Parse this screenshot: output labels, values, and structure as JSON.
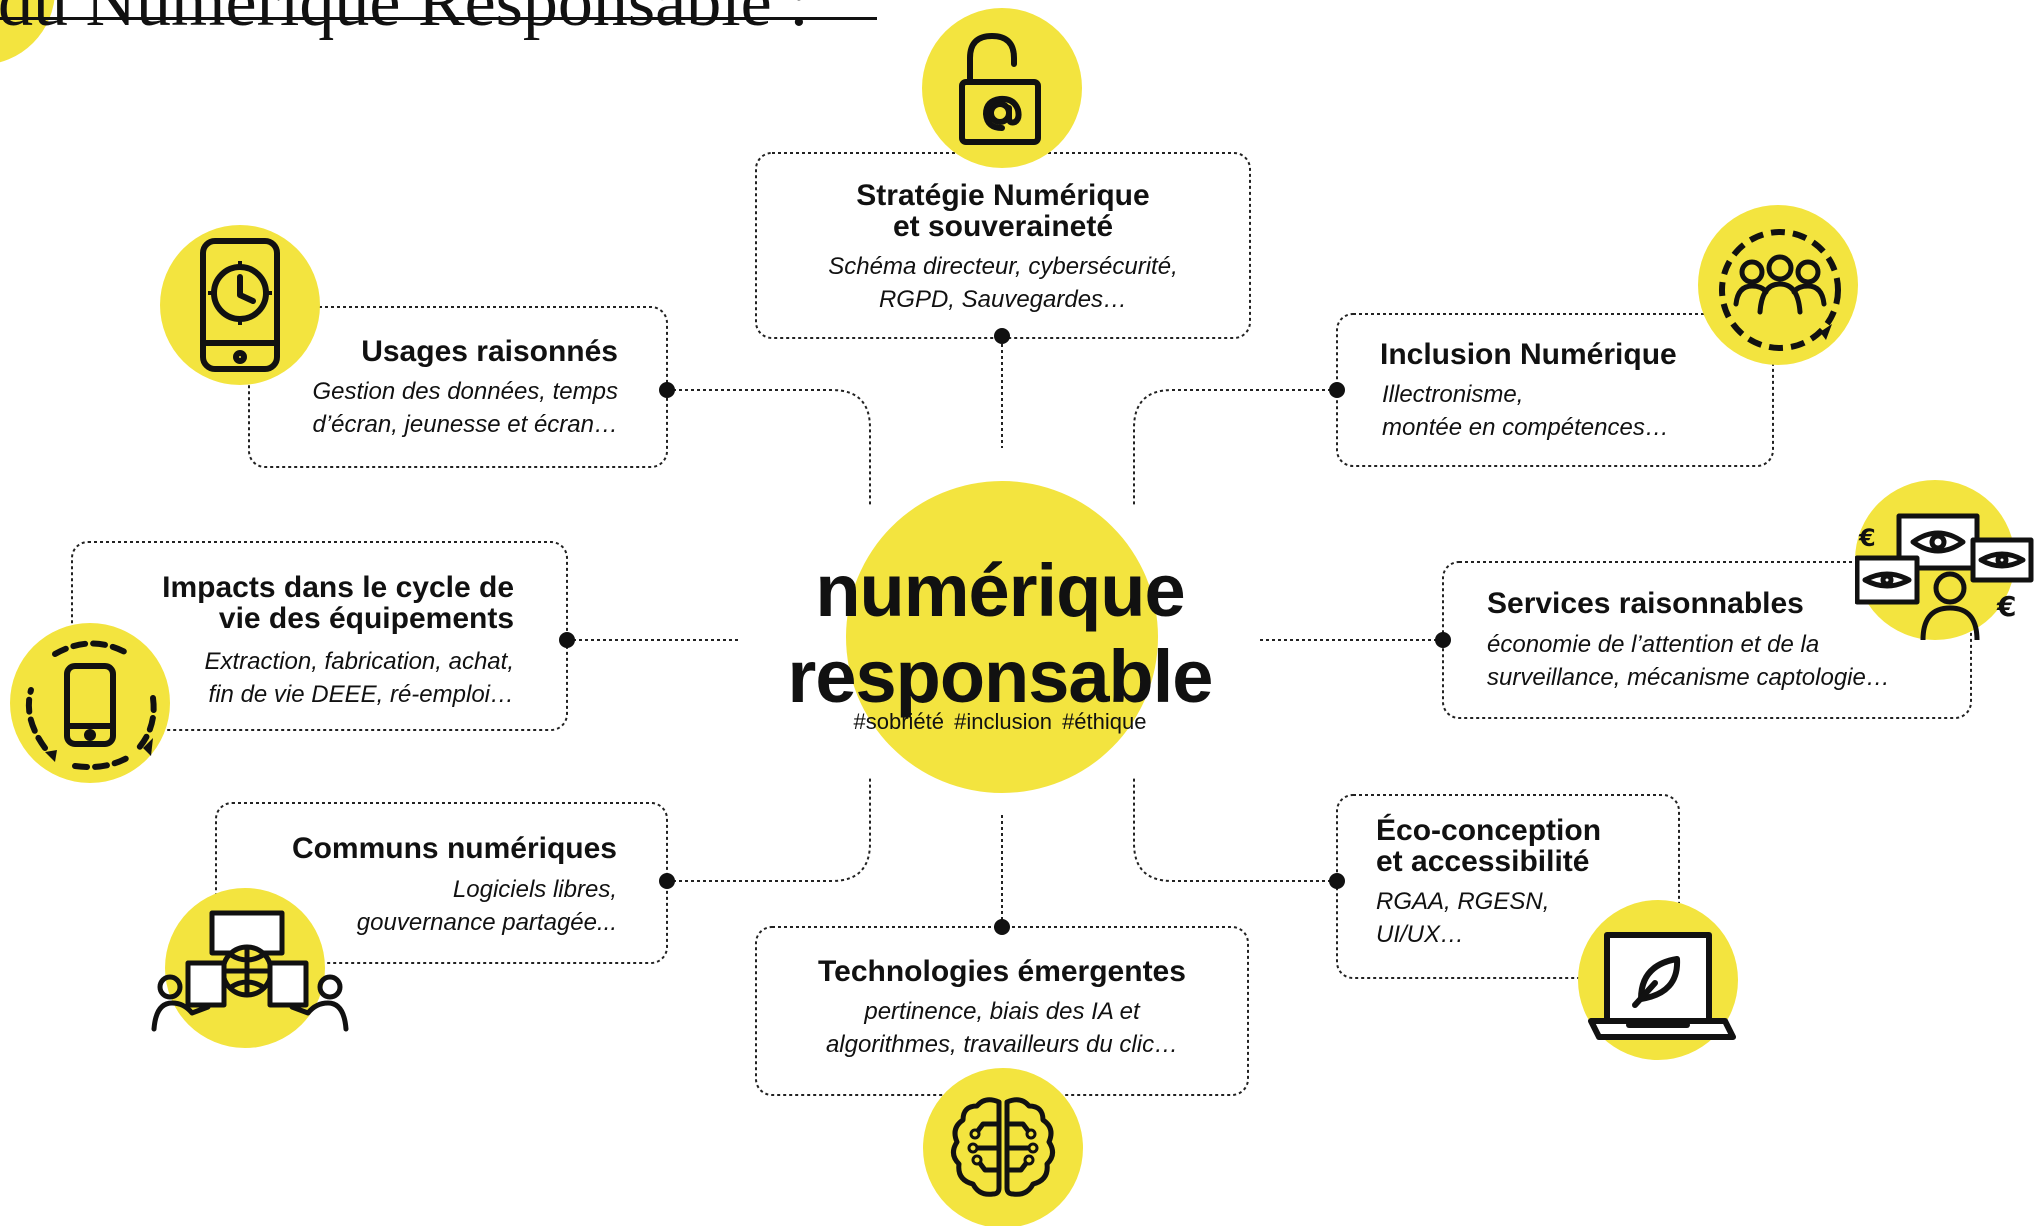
{
  "heading": {
    "text": "du Numérique Responsable :"
  },
  "colors": {
    "accent": "#f3e43f",
    "ink": "#111111",
    "background": "#ffffff"
  },
  "center": {
    "title_line1": "numérique",
    "title_line2": "responsable",
    "tags": "#sobriété  #inclusion  #éthique"
  },
  "themes": [
    {
      "id": "strategie",
      "icon": "open-padlock-at-icon",
      "title": "Stratégie Numérique\net souveraineté",
      "text": "Schéma directeur, cybersécurité,\nRGPD, Sauvegardes…"
    },
    {
      "id": "usages",
      "icon": "phone-clock-icon",
      "title": "Usages raisonnés",
      "text": "Gestion des données, temps\nd’écran, jeunesse et écran…"
    },
    {
      "id": "inclusion",
      "icon": "group-people-icon",
      "title": "Inclusion Numérique",
      "text": "Illectronisme,\nmontée en compétences…"
    },
    {
      "id": "impacts",
      "icon": "phone-cycle-icon",
      "title": "Impacts dans le cycle de\nvie des équipements",
      "text": "Extraction, fabrication, achat,\nfin de vie DEEE, ré-emploi…"
    },
    {
      "id": "services",
      "icon": "surveillance-eyes-euro-icon",
      "title": "Services raisonnables",
      "text": "économie de l’attention et de la\nsurveillance, mécanisme captologie…"
    },
    {
      "id": "communs",
      "icon": "shared-globe-people-icon",
      "title": "Communs numériques",
      "text": "Logiciels libres,\ngouvernance partagée..."
    },
    {
      "id": "technologies",
      "icon": "circuit-brain-icon",
      "title": "Technologies émergentes",
      "text": "pertinence, biais des IA et\nalgorithmes, travailleurs du clic…"
    },
    {
      "id": "ecoconception",
      "icon": "laptop-leaf-icon",
      "title": "Éco-conception\net accessibilité",
      "text": "RGAA, RGESN,\nUI/UX…"
    }
  ]
}
